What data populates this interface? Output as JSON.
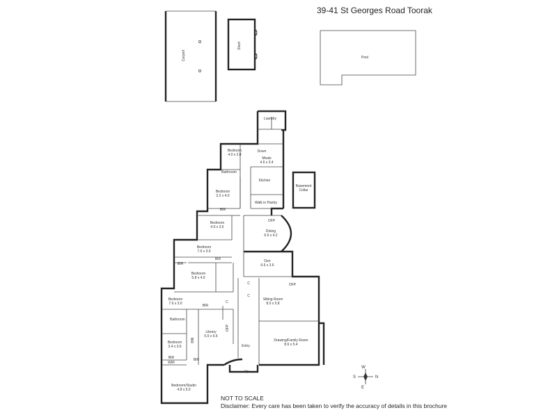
{
  "title": "39-41 St Georges Road Toorak",
  "outbuildings": {
    "carport": "Carport",
    "shed": "Shed",
    "pool": "Pool",
    "basement": [
      "Basement",
      "Cellar"
    ]
  },
  "rooms": {
    "laundry": {
      "name": "Laundry"
    },
    "bed_top": {
      "name": "Bedroom",
      "dim": "4.0 x 2.8"
    },
    "meals": {
      "name": "Meals",
      "dim": "4.6 x 3.4"
    },
    "down": {
      "name": "Down"
    },
    "bathroom_top": {
      "name": "Bathroom"
    },
    "kitchen": {
      "name": "Kitchen"
    },
    "pantry": {
      "name": "Walk in Pantry"
    },
    "bed2": {
      "name": "Bedroom",
      "dim": "3.2 x 4.0"
    },
    "bed3": {
      "name": "Bedroom",
      "dim": "4.0 x 3.6"
    },
    "dining": {
      "name": "Dining",
      "dim": "6.6 x 4.2"
    },
    "bed4": {
      "name": "Bedroom",
      "dim": "7.6 x 3.0"
    },
    "bed5": {
      "name": "Bedroom",
      "dim": "5.8 x 4.0"
    },
    "den": {
      "name": "Den",
      "dim": "6.6 x 3.6"
    },
    "bed6": {
      "name": "Bedroom",
      "dim": "7.6 x 3.0"
    },
    "sitting": {
      "name": "Sitting Room",
      "dim": "8.0 x 5.8"
    },
    "bathroom_low": {
      "name": "Bathroom"
    },
    "library": {
      "name": "Library",
      "dim": "5.0 x 6.6"
    },
    "drawing": {
      "name": "Drawing/Family Room",
      "dim": "8.6 x 5.4"
    },
    "bed7": {
      "name": "Bedroom",
      "dim": "3.4 x 3.6"
    },
    "entry": {
      "name": "Entry"
    },
    "studio": {
      "name": "Bedroom/Studio",
      "dim": "4.8 x 5.0"
    },
    "up": {
      "name": "Up"
    }
  },
  "markers": {
    "bir": "BIR",
    "ofp": "OFP",
    "c": "C",
    "wir": "WIR"
  },
  "compass": {
    "w": "W",
    "s": "S",
    "n": "N",
    "e": "E"
  },
  "footer": {
    "scale": "NOT TO SCALE",
    "disclaimer": "Disclaimer: Every care has been taken to verify the accuracy of details in this brochure"
  }
}
